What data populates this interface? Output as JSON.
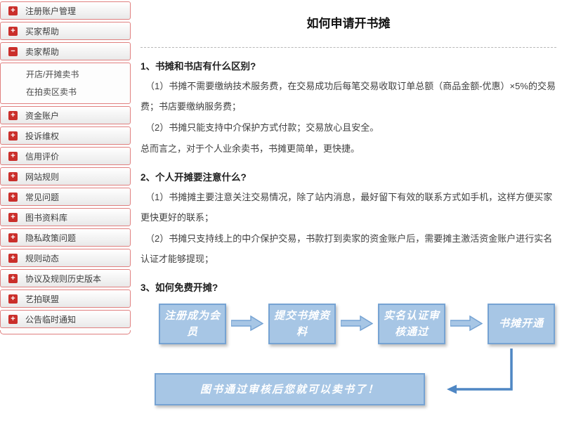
{
  "page": {
    "title": "如何申请开书摊"
  },
  "sidebar": {
    "items": [
      {
        "label": "注册账户管理",
        "expanded": false
      },
      {
        "label": "买家帮助",
        "expanded": false
      },
      {
        "label": "卖家帮助",
        "expanded": true,
        "children": [
          "开店/开摊卖书",
          "在拍卖区卖书"
        ]
      },
      {
        "label": "资金账户",
        "expanded": false
      },
      {
        "label": "投诉维权",
        "expanded": false
      },
      {
        "label": "信用评价",
        "expanded": false
      },
      {
        "label": "网站规则",
        "expanded": false
      },
      {
        "label": "常见问题",
        "expanded": false
      },
      {
        "label": "图书资料库",
        "expanded": false
      },
      {
        "label": "隐私政策问题",
        "expanded": false
      },
      {
        "label": "规则动态",
        "expanded": false
      },
      {
        "label": "协议及规则历史版本",
        "expanded": false
      },
      {
        "label": "艺拍联盟",
        "expanded": false
      },
      {
        "label": "公告临时通知",
        "expanded": false
      }
    ],
    "expand_glyph": "+",
    "collapse_glyph": "−"
  },
  "content": {
    "title": "如何申请开书摊",
    "sections": [
      {
        "heading": "1、书摊和书店有什么区别?",
        "paragraphs": [
          {
            "text": "（1）书摊不需要缴纳技术服务费，在交易成功后每笔交易收取订单总额（商品金额-优惠）×5%的交易费；书店要缴纳服务费；",
            "indent": true
          },
          {
            "text": "（2）书摊只能支持中介保护方式付款；交易放心且安全。",
            "indent": true
          },
          {
            "text": "总而言之，对于个人业余卖书，书摊更简单，更快捷。",
            "indent": false
          }
        ]
      },
      {
        "heading": "2、个人开摊要注意什么?",
        "paragraphs": [
          {
            "text": "（1）书摊摊主要注意关注交易情况，除了站内消息，最好留下有效的联系方式如手机，这样方便买家更快更好的联系；",
            "indent": true
          },
          {
            "text": "（2）书摊只支持线上的中介保护交易，书款打到卖家的资金账户后，需要摊主激活资金账户进行实名认证才能够提现；",
            "indent": true
          }
        ]
      },
      {
        "heading": "3、如何免费开摊?",
        "paragraphs": []
      }
    ]
  },
  "flowchart": {
    "steps": [
      "注册成为会员",
      "提交书摊资料",
      "实名认证审核通过",
      "书摊开通"
    ],
    "result": "图书通过审核后您就可以卖书了！"
  },
  "colors": {
    "sidebar_border": "#e0807f",
    "icon_red": "#ca2f2b",
    "box_fill": "#a7c6e5",
    "box_border": "#76a3d3",
    "arrow_line": "#4f87c4"
  }
}
